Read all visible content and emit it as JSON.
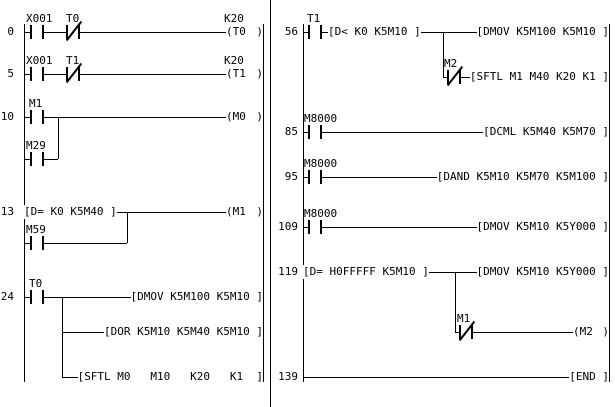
{
  "colors": {
    "background": "#ffffff",
    "foreground": "#000000"
  },
  "left": {
    "rungs": [
      {
        "step": "0",
        "contacts": [
          {
            "label": "X001",
            "kind": "no"
          },
          {
            "label": "T0",
            "kind": "nc"
          }
        ],
        "coil": {
          "preset": "K20",
          "label": "T0"
        }
      },
      {
        "step": "5",
        "contacts": [
          {
            "label": "X001",
            "kind": "no"
          },
          {
            "label": "T1",
            "kind": "nc"
          }
        ],
        "coil": {
          "preset": "K20",
          "label": "T1"
        }
      },
      {
        "step": "10",
        "contacts": [
          {
            "label": "M1",
            "kind": "no"
          }
        ],
        "branch": {
          "contact": {
            "label": "M29",
            "kind": "no"
          }
        },
        "coil": {
          "label": "M0"
        }
      },
      {
        "step": "13",
        "compare": "D= K0 K5M40 ",
        "branch": {
          "contact": {
            "label": "M59",
            "kind": "no"
          }
        },
        "coil": {
          "label": "M1"
        }
      },
      {
        "step": "24",
        "contacts": [
          {
            "label": "T0",
            "kind": "no"
          }
        ],
        "instructions": [
          "DMOV K5M100 K5M10 ",
          "DOR K5M10 K5M40 K5M10 ",
          "SFTL M0   M10   K20   K1  "
        ]
      }
    ]
  },
  "right": {
    "rungs": [
      {
        "step": "56",
        "contacts": [
          {
            "label": "T1",
            "kind": "no"
          }
        ],
        "compare": "D< K0 K5M10 ",
        "instructions": [
          "DMOV K5M100 K5M10 ",
          "SFTL M1 M40 K20 K1 "
        ],
        "branch": {
          "contact": {
            "label": "M2",
            "kind": "nc"
          }
        }
      },
      {
        "step": "85",
        "contacts": [
          {
            "label": "M8000",
            "kind": "no"
          }
        ],
        "instructions": [
          "DCML K5M40 K5M70 "
        ]
      },
      {
        "step": "95",
        "contacts": [
          {
            "label": "M8000",
            "kind": "no"
          }
        ],
        "instructions": [
          "DAND K5M10 K5M70 K5M100 "
        ]
      },
      {
        "step": "109",
        "contacts": [
          {
            "label": "M8000",
            "kind": "no"
          }
        ],
        "instructions": [
          "DMOV K5M10 K5Y000 "
        ]
      },
      {
        "step": "119",
        "compare": "D= H0FFFFF K5M10 ",
        "instructions": [
          "DMOV K5M10 K5Y000 "
        ],
        "branch": {
          "contact": {
            "label": "M1",
            "kind": "nc"
          },
          "coil": {
            "label": "M2"
          }
        }
      },
      {
        "step": "139",
        "instructions": [
          "END "
        ]
      }
    ]
  }
}
